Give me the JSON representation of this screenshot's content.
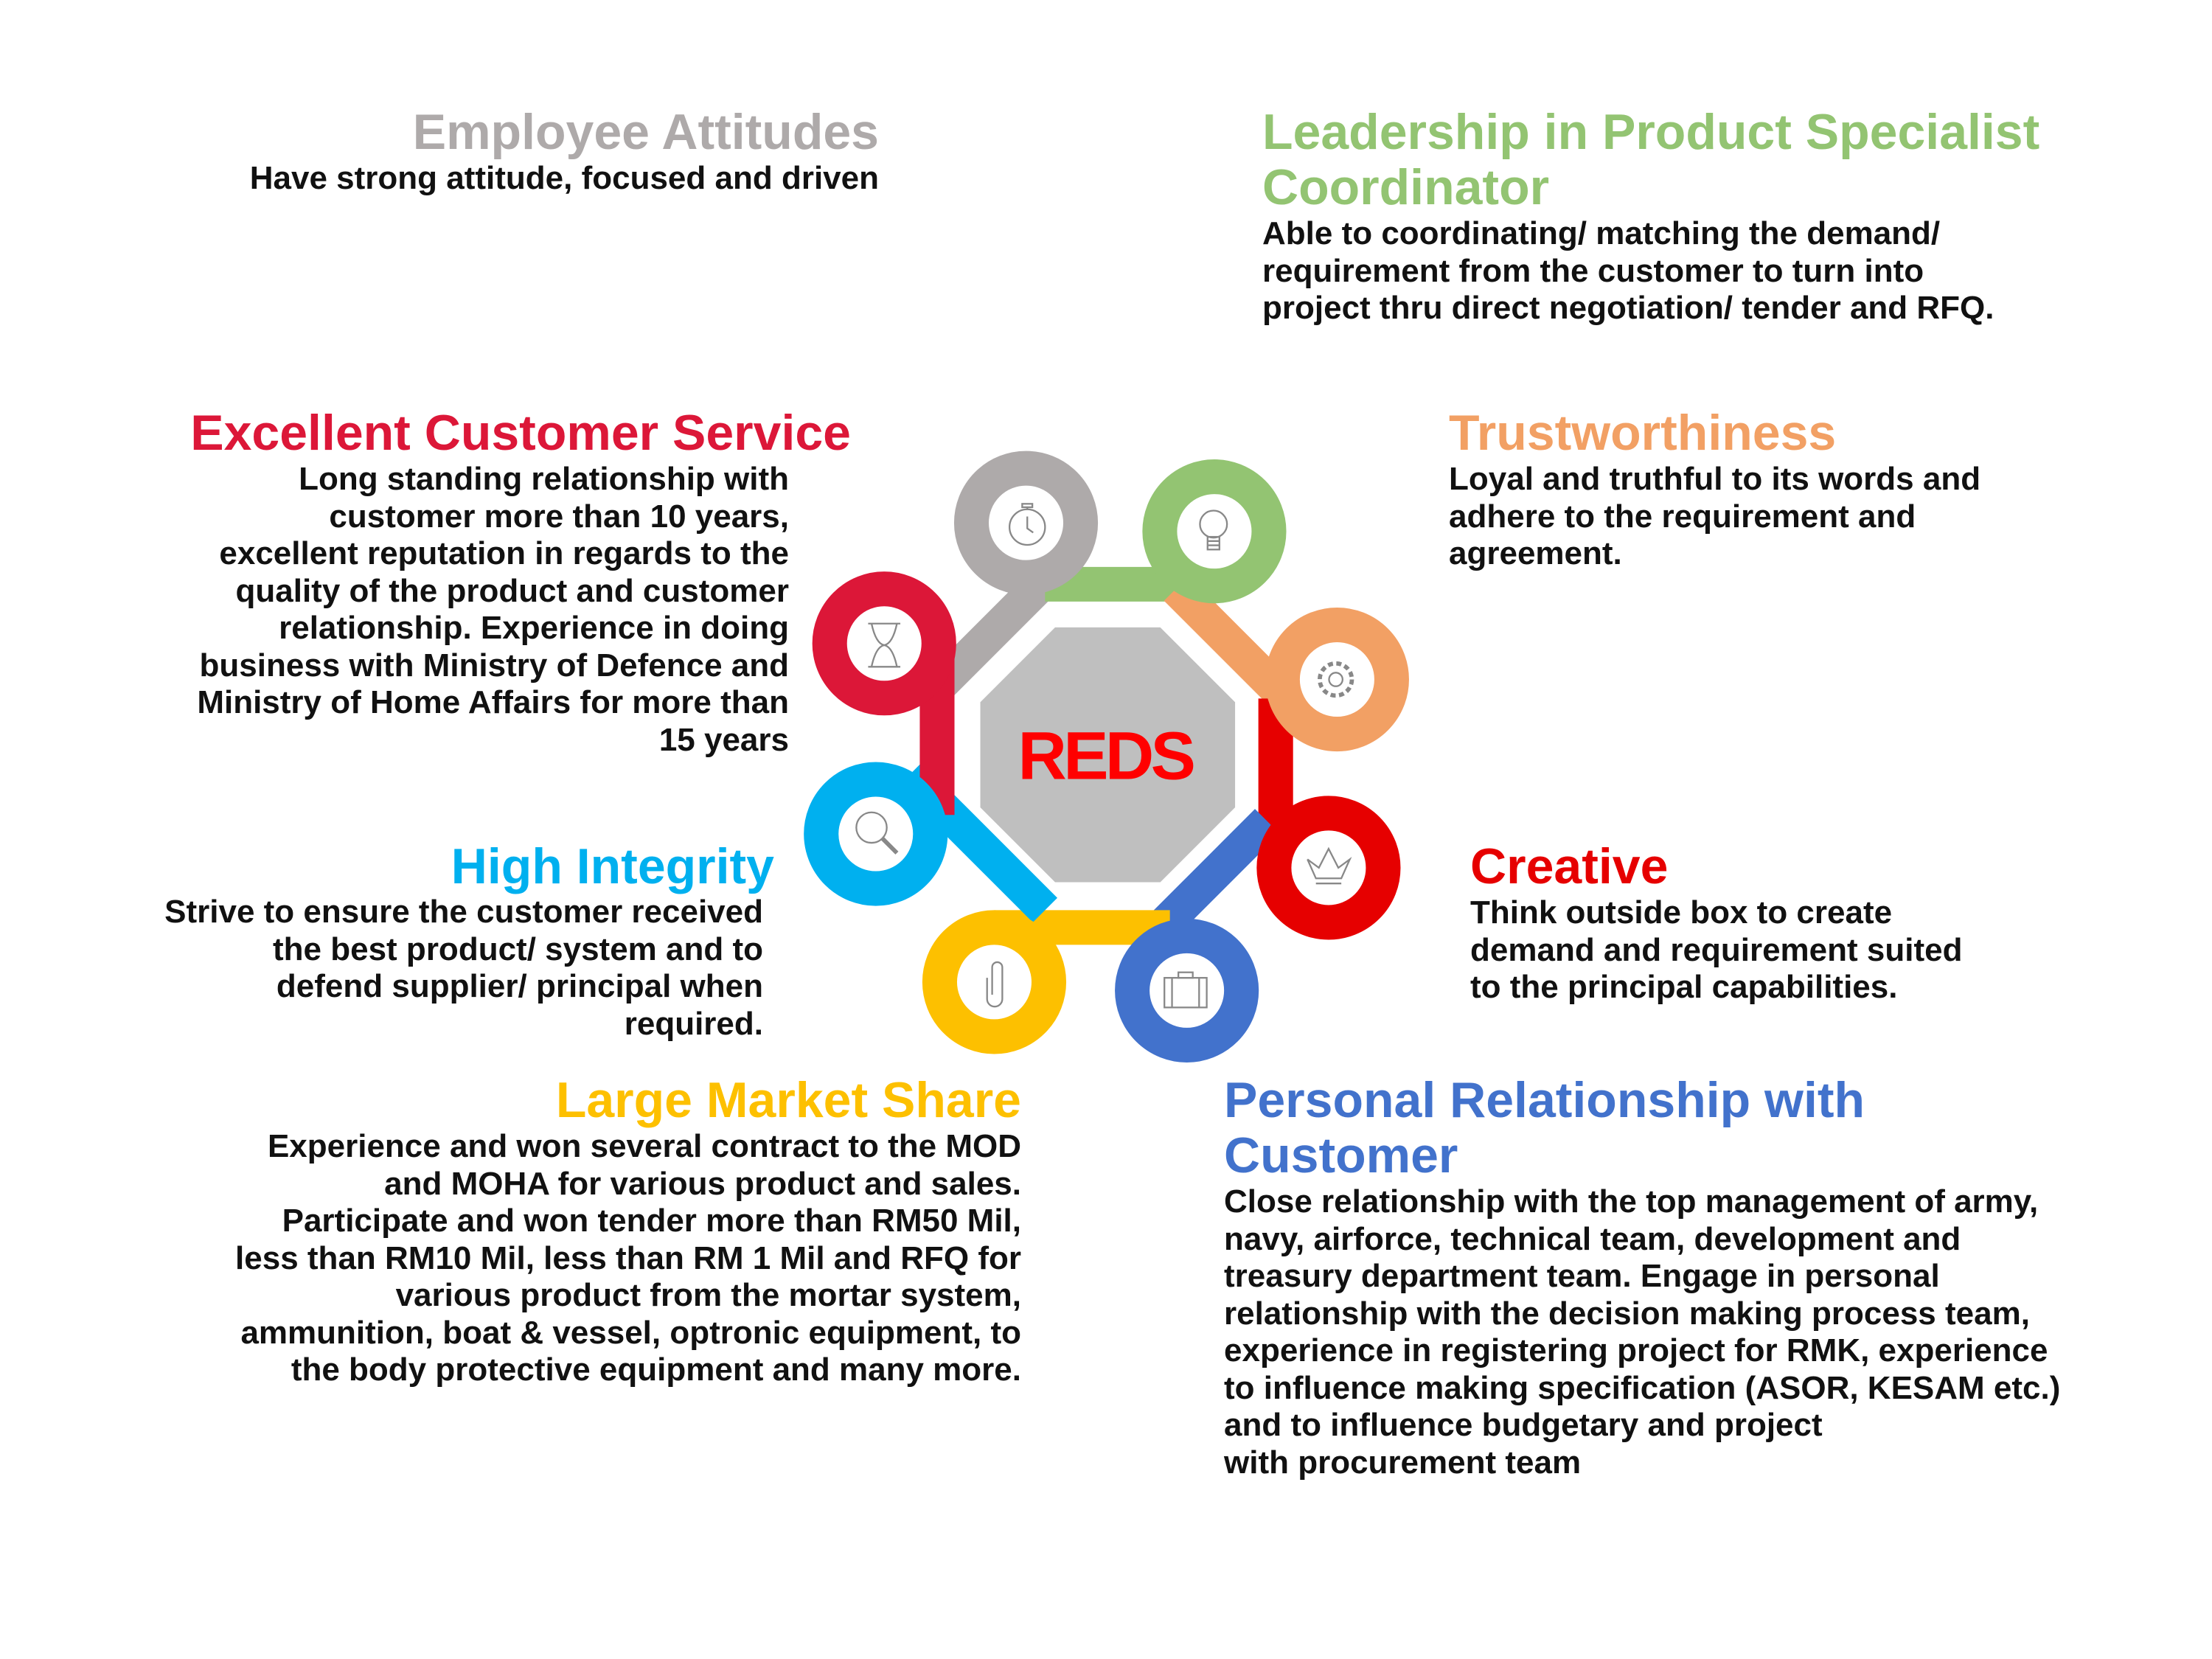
{
  "center_label": "REDS",
  "colors": {
    "employee": "#aeaaaa",
    "leadership": "#93c472",
    "customer_service": "#dc1738",
    "trust": "#f2a064",
    "integrity": "#00b0ef",
    "creative": "#e60000",
    "market": "#fdc000",
    "relationship": "#4272cc",
    "octagon": "#bfbfbf",
    "reds": "#ff0000"
  },
  "sections": {
    "employee": {
      "title": "Employee Attitudes",
      "body": "Have strong attitude, focused and driven",
      "icon": "stopwatch-icon"
    },
    "leadership": {
      "title": "Leadership in Product Specialist\nCoordinator",
      "body": "Able to coordinating/ matching the  demand/\nrequirement from the customer to turn into\nproject thru direct negotiation/ tender and RFQ.",
      "icon": "lightbulb-icon"
    },
    "customer_service": {
      "title": "Excellent Customer Service",
      "body": "Long standing relationship with\ncustomer more than 10 years,\nexcellent reputation in regards to the\nquality of the product and customer\nrelationship. Experience in doing\nbusiness with Ministry of Defence and\nMinistry of Home Affairs for more than\n15 years",
      "icon": "hourglass-icon"
    },
    "trust": {
      "title": "Trustworthiness",
      "body": "Loyal and truthful to its words and\nadhere to the requirement and\nagreement.",
      "icon": "gear-icon"
    },
    "integrity": {
      "title": "High Integrity",
      "body": "Strive to ensure the customer received\nthe best product/ system and to\ndefend supplier/ principal when\nrequired.",
      "icon": "magnifier-icon"
    },
    "creative": {
      "title": "Creative",
      "body": "Think outside box to create\ndemand and requirement suited\nto the principal capabilities.",
      "icon": "crown-icon"
    },
    "market": {
      "title": "Large Market Share",
      "body": "Experience and won several contract to the MOD\nand MOHA for various product and sales.\nParticipate and won tender more than RM50 Mil,\nless than RM10 Mil, less than RM 1 Mil and RFQ for\nvarious product from the mortar system,\nammunition, boat & vessel, optronic equipment, to\nthe body protective equipment and many more.",
      "icon": "paperclip-icon"
    },
    "relationship": {
      "title": "Personal Relationship with\nCustomer",
      "body": "Close relationship with the top management of army,\nnavy, airforce, technical team, development and\ntreasury department team. Engage in personal\nrelationship with the decision making process team,\nexperience in registering project for RMK, experience\nto influence making specification (ASOR, KESAM etc.)\nand to influence budgetary and project\nwith procurement team",
      "icon": "briefcase-icon"
    }
  }
}
